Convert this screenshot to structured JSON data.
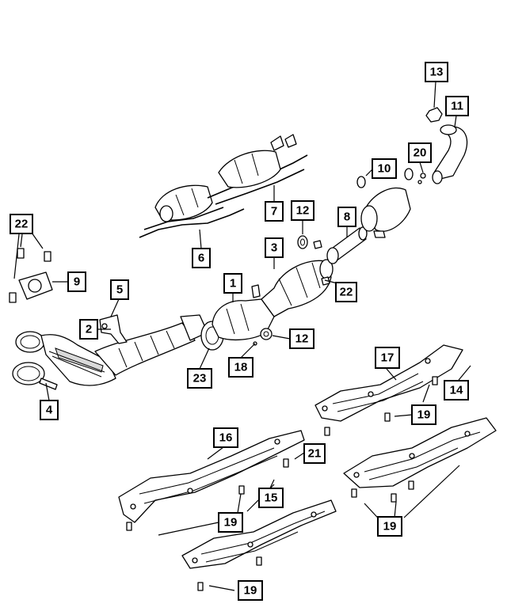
{
  "callouts": [
    {
      "id": "c1",
      "label": "1"
    },
    {
      "id": "c2",
      "label": "2"
    },
    {
      "id": "c3",
      "label": "3"
    },
    {
      "id": "c4",
      "label": "4"
    },
    {
      "id": "c5",
      "label": "5"
    },
    {
      "id": "c6",
      "label": "6"
    },
    {
      "id": "c7",
      "label": "7"
    },
    {
      "id": "c8",
      "label": "8"
    },
    {
      "id": "c9",
      "label": "9"
    },
    {
      "id": "c10",
      "label": "10"
    },
    {
      "id": "c11",
      "label": "11"
    },
    {
      "id": "c12a",
      "label": "12"
    },
    {
      "id": "c12b",
      "label": "12"
    },
    {
      "id": "c13",
      "label": "13"
    },
    {
      "id": "c14",
      "label": "14"
    },
    {
      "id": "c15",
      "label": "15"
    },
    {
      "id": "c16",
      "label": "16"
    },
    {
      "id": "c17",
      "label": "17"
    },
    {
      "id": "c18",
      "label": "18"
    },
    {
      "id": "c19a",
      "label": "19"
    },
    {
      "id": "c19b",
      "label": "19"
    },
    {
      "id": "c19c",
      "label": "19"
    },
    {
      "id": "c19d",
      "label": "19"
    },
    {
      "id": "c20",
      "label": "20"
    },
    {
      "id": "c21",
      "label": "21"
    },
    {
      "id": "c22a",
      "label": "22"
    },
    {
      "id": "c22b",
      "label": "22"
    },
    {
      "id": "c23",
      "label": "23"
    }
  ]
}
